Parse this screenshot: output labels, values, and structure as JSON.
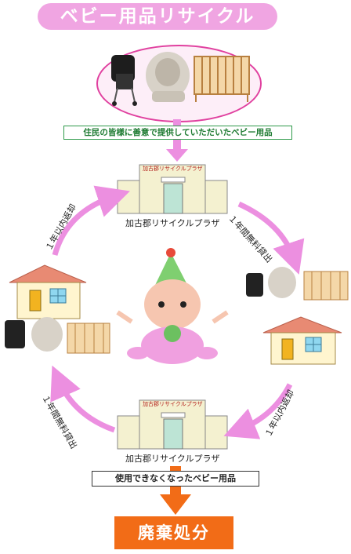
{
  "title": "ベビー用品リサイクル",
  "donation_label": "住民の皆様に善意で提供していただいたベビー用品",
  "plaza_top": {
    "sign": "加古郡リサイクルプラザ",
    "caption": "加古郡リサイクルプラザ"
  },
  "plaza_bottom": {
    "sign": "加古郡リサイクルプラザ",
    "caption": "加古郡リサイクルプラザ"
  },
  "flows": {
    "lend_right": "１年間無料貸出",
    "return_right": "１年以内返却",
    "lend_left": "１年間無料貸出",
    "return_left": "１年以内返却"
  },
  "unusable_label": "使用できなくなったベビー用品",
  "disposal": "廃棄処分",
  "colors": {
    "pink": "#f0a5e2",
    "arrow_pink": "#ec8fe0",
    "green_border": "#2f9a4a",
    "orange": "#f26c17"
  }
}
